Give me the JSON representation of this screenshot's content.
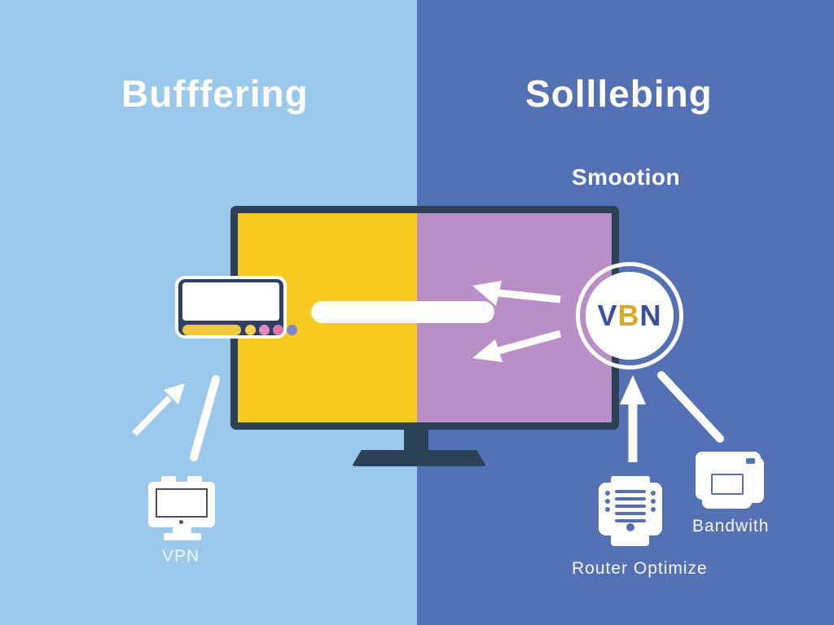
{
  "left_panel": {
    "title": "Bufffering",
    "device_label": "VPN"
  },
  "right_panel": {
    "title": "Solllebing",
    "subtitle": "Smootion",
    "router_label": "Router Optimize",
    "bandwidth_label": "Bandwith"
  },
  "badge": {
    "letter_v": "V",
    "letter_b": "B",
    "letter_n": "N"
  },
  "colors": {
    "left_background": "#9cc8ec",
    "right_background": "#5571b5",
    "tv_frame": "#2d4156",
    "screen_left_yellow": "#f6c923",
    "screen_right_purple": "#b88fc6",
    "remote_navy": "#2e3f64",
    "accent_yellow": "#f2c83e",
    "badge_letter_blue": "#3c50a2",
    "badge_letter_yellow": "#dba728",
    "dot_pink": "#e18bb8",
    "dot_magenta": "#d977a8",
    "dot_purple": "#7f86cd",
    "arrow_white": "#ffffff"
  }
}
